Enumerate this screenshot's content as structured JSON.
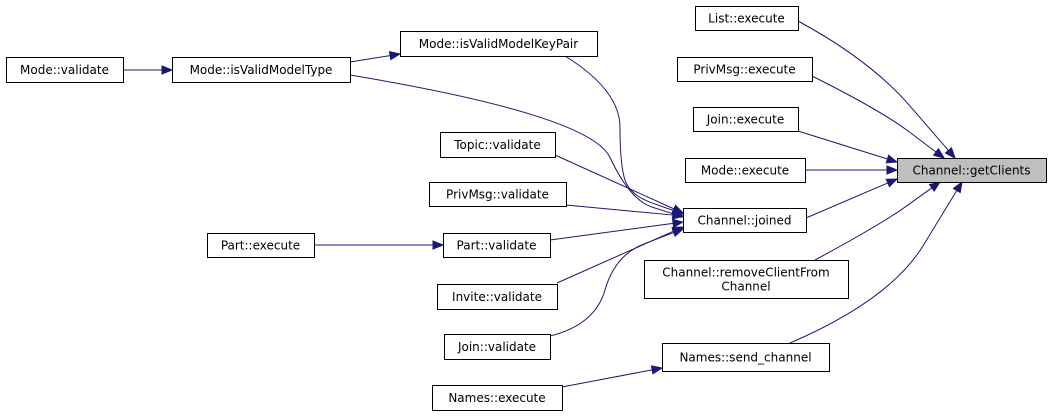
{
  "diagram": {
    "type": "call-graph",
    "colors": {
      "edge": "#191970",
      "node_border": "#000000",
      "focus_fill": "#bfbfbf",
      "background": "#ffffff"
    },
    "nodes": [
      {
        "id": "channel_getclients",
        "label": [
          "Channel::getClients"
        ],
        "focus": true
      },
      {
        "id": "list_execute",
        "label": [
          "List::execute"
        ]
      },
      {
        "id": "privmsg_execute",
        "label": [
          "PrivMsg::execute"
        ]
      },
      {
        "id": "join_execute",
        "label": [
          "Join::execute"
        ]
      },
      {
        "id": "mode_execute",
        "label": [
          "Mode::execute"
        ]
      },
      {
        "id": "channel_joined",
        "label": [
          "Channel::joined"
        ]
      },
      {
        "id": "channel_removeclient",
        "label": [
          "Channel::removeClientFrom",
          "Channel"
        ]
      },
      {
        "id": "names_send_channel",
        "label": [
          "Names::send_channel"
        ]
      },
      {
        "id": "mode_isvalidmodelkeypair",
        "label": [
          "Mode::isValidModelKeyPair"
        ]
      },
      {
        "id": "mode_isvalidmodeltype",
        "label": [
          "Mode::isValidModelType"
        ]
      },
      {
        "id": "mode_validate",
        "label": [
          "Mode::validate"
        ]
      },
      {
        "id": "topic_validate",
        "label": [
          "Topic::validate"
        ]
      },
      {
        "id": "privmsg_validate",
        "label": [
          "PrivMsg::validate"
        ]
      },
      {
        "id": "part_validate",
        "label": [
          "Part::validate"
        ]
      },
      {
        "id": "part_execute",
        "label": [
          "Part::execute"
        ]
      },
      {
        "id": "invite_validate",
        "label": [
          "Invite::validate"
        ]
      },
      {
        "id": "join_validate",
        "label": [
          "Join::validate"
        ]
      },
      {
        "id": "names_execute",
        "label": [
          "Names::execute"
        ]
      }
    ],
    "edges": [
      {
        "from": "list_execute",
        "to": "channel_getclients"
      },
      {
        "from": "privmsg_execute",
        "to": "channel_getclients"
      },
      {
        "from": "join_execute",
        "to": "channel_getclients"
      },
      {
        "from": "mode_execute",
        "to": "channel_getclients"
      },
      {
        "from": "channel_joined",
        "to": "channel_getclients"
      },
      {
        "from": "channel_removeclient",
        "to": "channel_getclients"
      },
      {
        "from": "names_send_channel",
        "to": "channel_getclients"
      },
      {
        "from": "mode_isvalidmodelkeypair",
        "to": "channel_joined"
      },
      {
        "from": "mode_isvalidmodeltype",
        "to": "channel_joined"
      },
      {
        "from": "topic_validate",
        "to": "channel_joined"
      },
      {
        "from": "privmsg_validate",
        "to": "channel_joined"
      },
      {
        "from": "part_validate",
        "to": "channel_joined"
      },
      {
        "from": "invite_validate",
        "to": "channel_joined"
      },
      {
        "from": "join_validate",
        "to": "channel_joined"
      },
      {
        "from": "mode_isvalidmodeltype",
        "to": "mode_isvalidmodelkeypair"
      },
      {
        "from": "mode_validate",
        "to": "mode_isvalidmodeltype"
      },
      {
        "from": "part_execute",
        "to": "part_validate"
      },
      {
        "from": "names_execute",
        "to": "names_send_channel"
      }
    ]
  }
}
